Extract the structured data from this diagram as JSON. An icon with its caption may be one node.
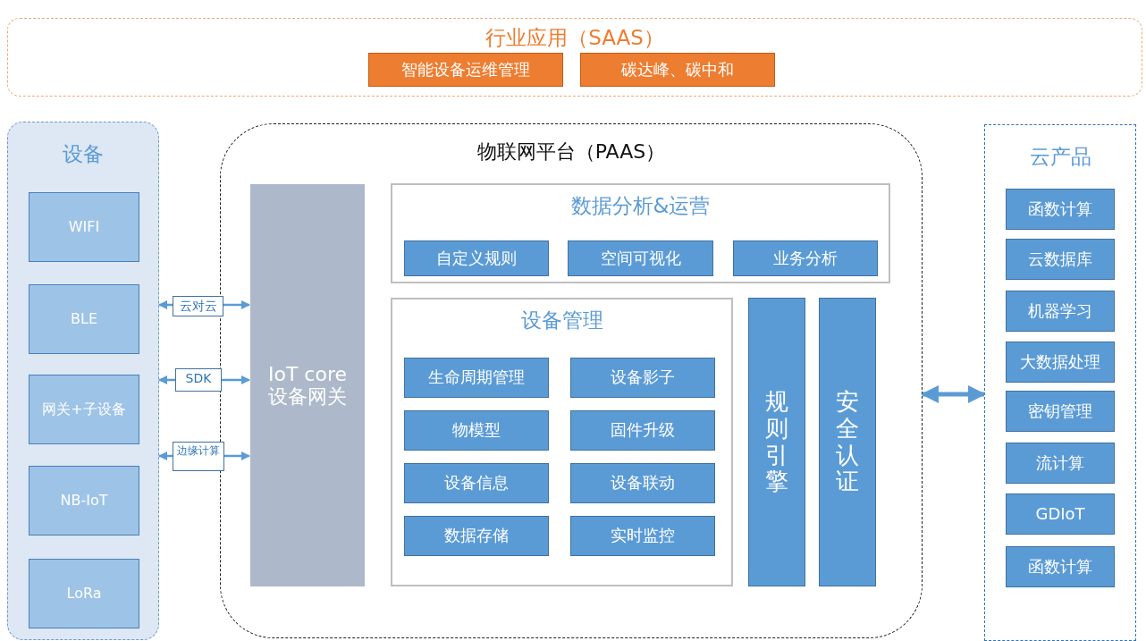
{
  "diagram": {
    "nodes": [
      {
        "text": [
          "行业应用（SAAS）"
        ]
      },
      {
        "text": [
          "智能设备运维管理"
        ],
        "in": 0
      },
      {
        "text": [
          "碳达峰、碳中和"
        ],
        "in": 0
      },
      {
        "text": [
          "设备"
        ]
      },
      {
        "text": [
          "WIFI"
        ],
        "in": 3
      },
      {
        "text": [
          "BLE"
        ],
        "in": 3
      },
      {
        "text": [
          "网关+子设备"
        ],
        "in": 3
      },
      {
        "text": [
          "NB-IoT"
        ],
        "in": 3
      },
      {
        "text": [
          "LoRa"
        ],
        "in": 3
      },
      {
        "text": [
          "物联网平台（PAAS）"
        ]
      },
      {
        "text": [
          "IoT core 设备网关"
        ],
        "in": 9
      },
      {
        "text": [
          "数据分析&运营"
        ],
        "in": 9
      },
      {
        "text": [
          "自定义规则"
        ],
        "in": 11
      },
      {
        "text": [
          "空间可视化"
        ],
        "in": 11
      },
      {
        "text": [
          "业务分析"
        ],
        "in": 11
      },
      {
        "text": [
          "设备管理"
        ],
        "in": 9
      },
      {
        "text": [
          "生命周期管理"
        ],
        "in": 15
      },
      {
        "text": [
          "设备影子"
        ],
        "in": 15
      },
      {
        "text": [
          "物模型"
        ],
        "in": 15
      },
      {
        "text": [
          "固件升级"
        ],
        "in": 15
      },
      {
        "text": [
          "设备信息"
        ],
        "in": 15
      },
      {
        "text": [
          "设备联动"
        ],
        "in": 15
      },
      {
        "text": [
          "数据存储"
        ],
        "in": 15
      },
      {
        "text": [
          "实时监控"
        ],
        "in": 15
      },
      {
        "text": [
          "规则引擎"
        ],
        "in": 9
      },
      {
        "text": [
          "安全认证"
        ],
        "in": 9
      },
      {
        "text": [
          "云产品"
        ]
      },
      {
        "text": [
          "函数计算"
        ],
        "in": 26
      },
      {
        "text": [
          "云数据库"
        ],
        "in": 26
      },
      {
        "text": [
          "机器学习"
        ],
        "in": 26
      },
      {
        "text": [
          "大数据处理"
        ],
        "in": 26
      },
      {
        "text": [
          "密钥管理"
        ],
        "in": 26
      },
      {
        "text": [
          "流计算"
        ],
        "in": 26
      },
      {
        "text": [
          "GDIoT"
        ],
        "in": 26
      },
      {
        "text": [
          "函数计算"
        ],
        "in": 26
      }
    ],
    "edges": [
      {
        "from": 3,
        "to": 10,
        "arrow": "both",
        "label": "云对云"
      },
      {
        "from": 3,
        "to": 10,
        "arrow": "both",
        "label": "SDK"
      },
      {
        "from": 3,
        "to": 10,
        "arrow": "both",
        "label": "边缘计算"
      },
      {
        "from": 9,
        "to": 26,
        "arrow": "both",
        "style": "thick"
      }
    ]
  }
}
